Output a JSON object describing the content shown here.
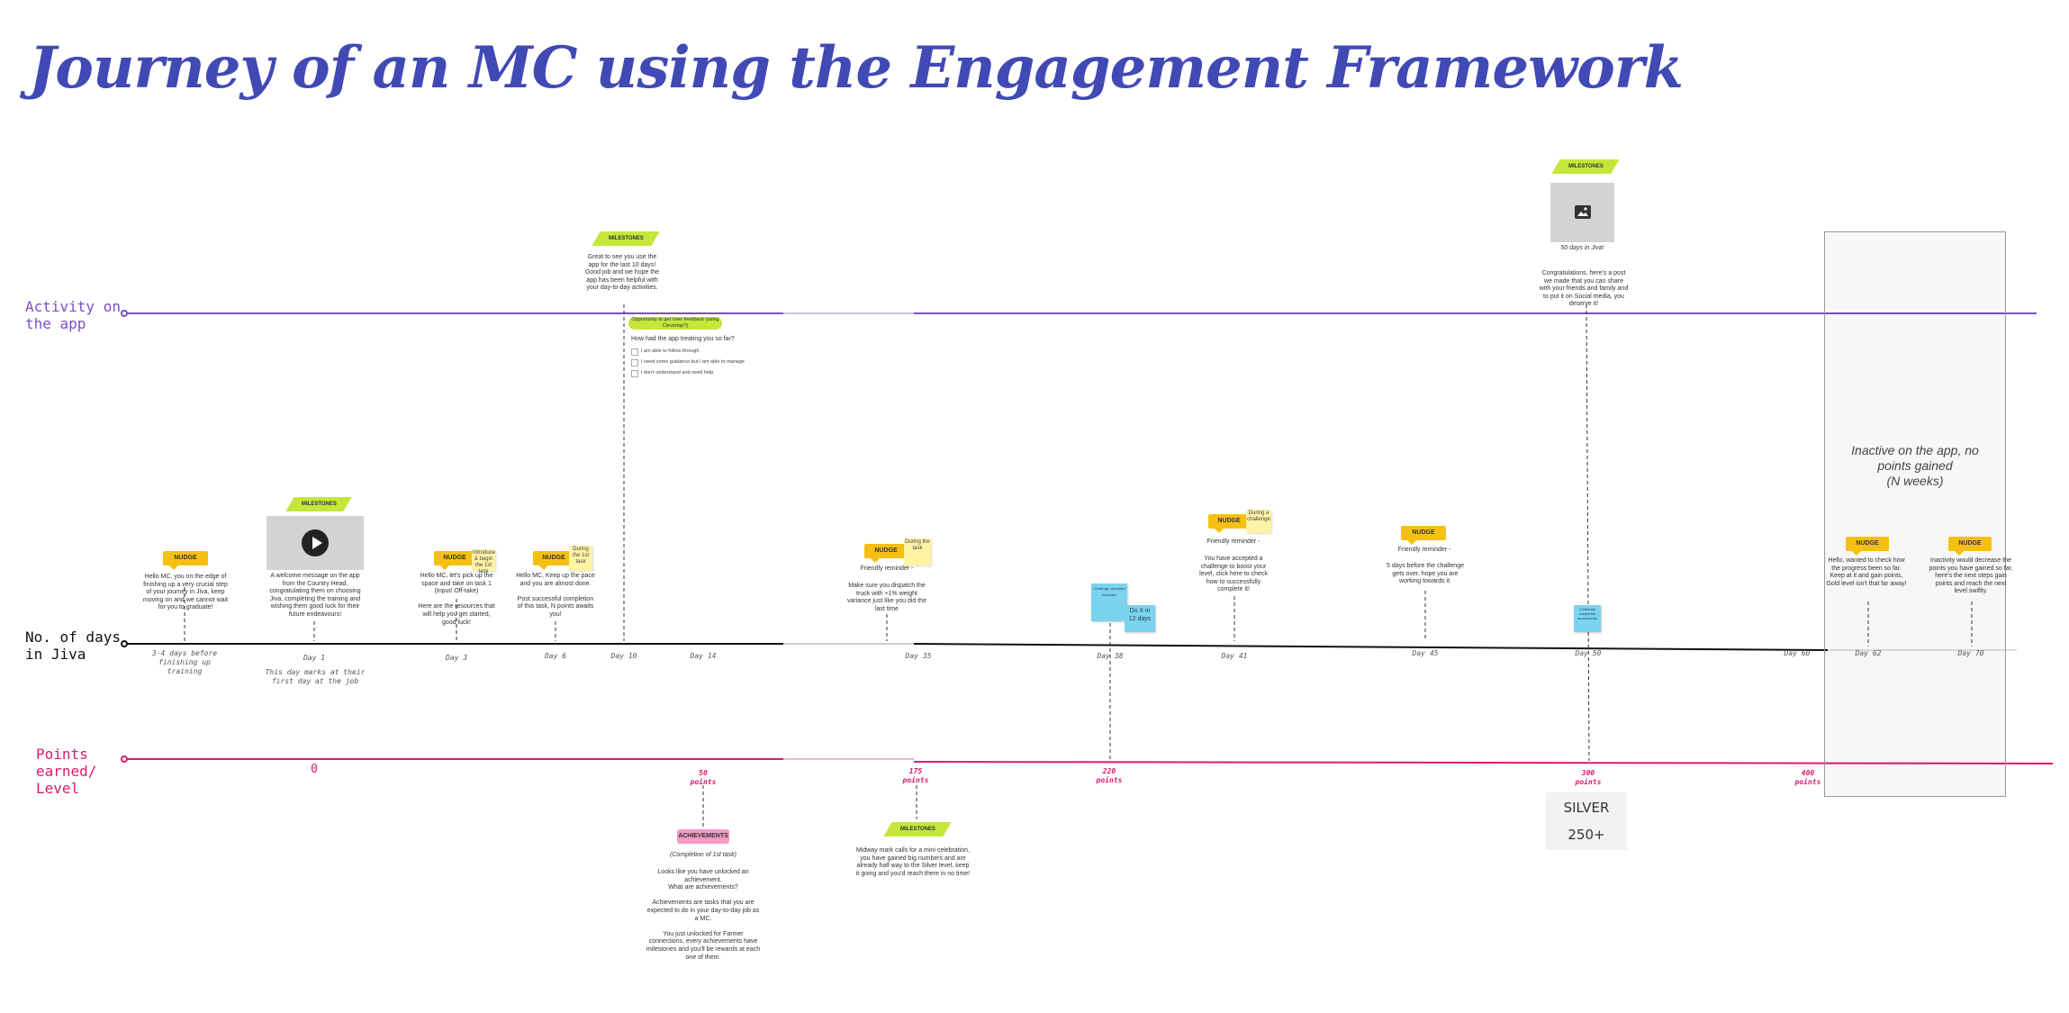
{
  "title": "Journey of an MC using the Engagement Framework",
  "colors": {
    "title": "#4149b5",
    "activity": "#7b4fc8",
    "points": "#d81b72",
    "nudge": "#f6c012",
    "milestone": "#c5e63a",
    "achievement": "#f59ac4"
  },
  "lanes": {
    "activity": "Activity on\nthe app",
    "days": "No. of days\nin Jiva",
    "points": "Points\nearned/\nLevel"
  },
  "days": {
    "d0": "3-4 days before\nfinishing up\ntraining",
    "d1": "Day 1",
    "d1_note": "This day marks at their\nfirst day at the job",
    "d3": "Day 3",
    "d6": "Day 6",
    "d10": "Day 10",
    "d14": "Day 14",
    "d35": "Day 35",
    "d38": "Day 38",
    "d41": "Day 41",
    "d45": "Day 45",
    "d50": "Day 50",
    "d60": "Day 60",
    "d62": "Day 62",
    "d70": "Day 70"
  },
  "points": {
    "p0": "0",
    "p50": "50\npoints",
    "p175": "175\npoints",
    "p220": "220\npoints",
    "p300": "300\npoints",
    "p400": "400\npoints"
  },
  "labels": {
    "nudge": "NUDGE",
    "milestones": "MILESTONES",
    "achievements": "ACHIEVEMENTS"
  },
  "cards": {
    "n0": "Hello MC, you on the edge of finishing up a very crucial step of your journey in Jiva, keep moving on and we cannot wait for you to graduate!",
    "m1": "A welcome message on the app from the Country Head, congratulating them on choosing Jiva, completing the training and wishing them good luck for their future endeavours!",
    "n3": "Hello MC, let's pick up the space and take on task 1 (Input/ Off-take)\n\nHere are the resources that will help you get started, good luck!",
    "n3_sticky": "Introduce & begin the 1st task",
    "n6": "Hello MC, Keep up the pace and you are almost done.\n\nPost successful completion of this task, N points awaits you!",
    "n6_sticky": "During the 1st task",
    "m10": "Great to see you use the app for the last 10 days! Good job and we hope the app has been helpful with your day-to-day activities.",
    "fb_tag": "Opportunity to get User feedback (using Clevertap?)",
    "fb_q": "How had the app treating you so far?",
    "fb_o1": "I am able to follow through",
    "fb_o2": "I need some guidance but I am able to manage",
    "fb_o3": "I don't understand and need help",
    "n35_title": "Friendly reminder -",
    "n35": "Make sure you dispatch the truck with +1% weight variance just like you did the last time",
    "n35_sticky": "During the task",
    "b38a": "Challenge accepted reminder",
    "b38b": "Do X in 12 days",
    "n41_title": "Friendly reminder -",
    "n41": "You have accepted a challenge to boost your level, click here to check how to successfully complete it!",
    "n41_sticky": "During a challenge",
    "n45_title": "Friendly reminder -",
    "n45": "5 days before the challenge gets over, hope you are working towards it.",
    "b50": "Challenge completed successfully",
    "m50_cap": "50 days in Jiva!",
    "m50": "Congratulations, here's a post we made that you can share with your friends and family and to put it on Social media, you deserve it!",
    "inactive": "Inactive on the app, no points gained\n(N weeks)",
    "n62": "Hello, wanted to check how the progress been so far. Keep at it and gain points, Gold level isn't that far away!",
    "n70": "Inactivity would decrease the points you have gained so far, here's the next steps gain points and reach the next level swiftly.",
    "a50_sub": "(Completion of 1st task)",
    "a50": "Looks like you have unlocked an achievement.\nWhat are achievements?\n\nAchievements are tasks that you are expected to do in your day-to-day job as a MC.\n\nYou just unlocked for Farmer connections, every achievements have milestones and you'll be rewards at each one of them.",
    "m175": "Midway mark calls for a mini celebration, you have gained big numbers and are already half way to the Silver level, keep it going and you'd reach there in no time!"
  },
  "level": {
    "name": "SILVER",
    "threshold": "250+"
  }
}
